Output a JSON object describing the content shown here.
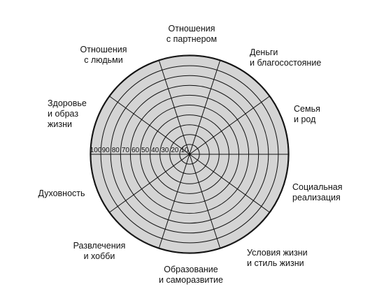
{
  "diagram": {
    "scale_labels": [
      "100",
      "90",
      "80",
      "70",
      "60",
      "50",
      "40",
      "30",
      "20",
      "10"
    ],
    "sectors": [
      {
        "lines": [
          "Отношения",
          "с партнером"
        ]
      },
      {
        "lines": [
          "Деньги",
          "и благосостояние"
        ]
      },
      {
        "lines": [
          "Семья",
          "и род"
        ]
      },
      {
        "lines": [
          "Социальная",
          "реализация"
        ]
      },
      {
        "lines": [
          "Условия жизни",
          "и стиль жизни"
        ]
      },
      {
        "lines": [
          "Образование",
          "и саморазвитие"
        ]
      },
      {
        "lines": [
          "Развлечения",
          "и хобби"
        ]
      },
      {
        "lines": [
          "Духовность"
        ]
      },
      {
        "lines": [
          "Здоровье",
          "и образ",
          "жизни"
        ]
      },
      {
        "lines": [
          "Отношения",
          "с людьми"
        ]
      }
    ],
    "colors": {
      "fill": "#d4d4d4",
      "outer_ring": "#ffffff",
      "lines": "#111111",
      "text": "#111111"
    }
  }
}
